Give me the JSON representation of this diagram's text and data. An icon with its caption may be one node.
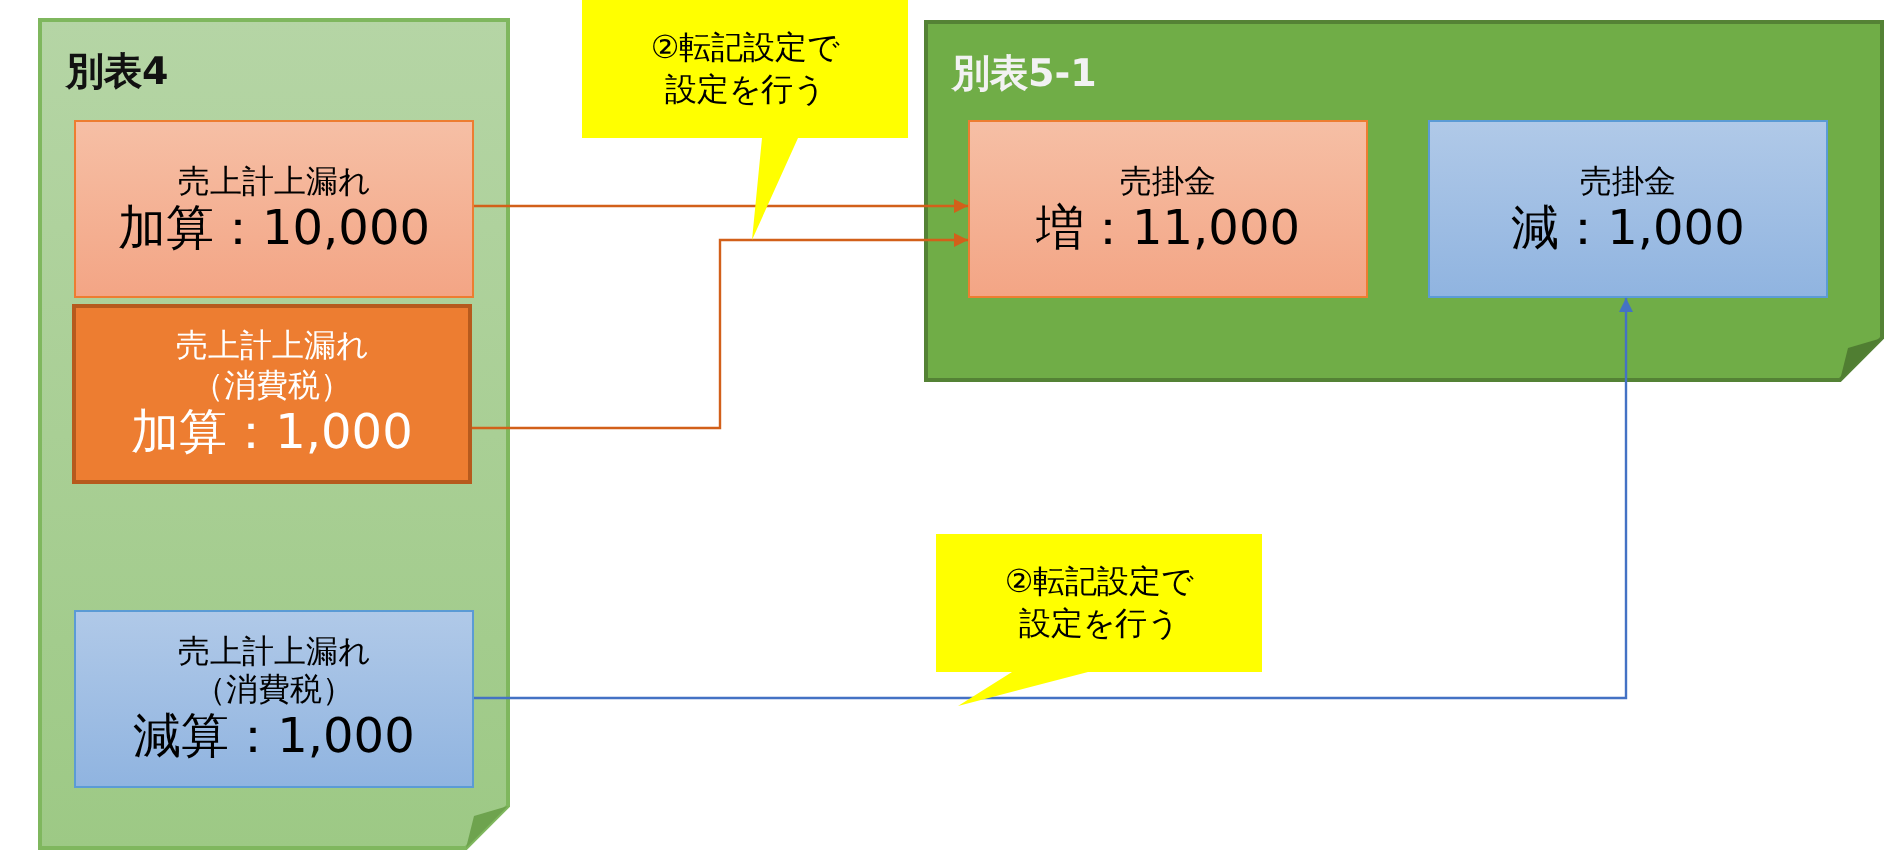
{
  "diagram": {
    "nodes": [
      {
        "text": [
          "別表4"
        ]
      },
      {
        "text": [
          "売上計上漏れ",
          "加算：10,000"
        ],
        "in": 0
      },
      {
        "text": [
          "売上計上漏れ",
          "（消費税）",
          "加算：1,000"
        ],
        "in": 0
      },
      {
        "text": [
          "売上計上漏れ",
          "（消費税）",
          "減算：1,000"
        ],
        "in": 0
      },
      {
        "text": [
          "別表5-1"
        ]
      },
      {
        "text": [
          "売掛金",
          "増：11,000"
        ],
        "in": 4
      },
      {
        "text": [
          "売掛金",
          "減：1,000"
        ],
        "in": 4
      },
      {
        "text": [
          "②転記設定で設定を行う"
        ]
      },
      {
        "text": [
          "②転記設定で設定を行う"
        ]
      }
    ],
    "edges": [
      {
        "from": 1,
        "to": 5,
        "arrow": "to"
      },
      {
        "from": 2,
        "to": 5,
        "arrow": "to"
      },
      {
        "from": 3,
        "to": 6,
        "arrow": "to",
        "color": "#4472c4"
      }
    ]
  }
}
